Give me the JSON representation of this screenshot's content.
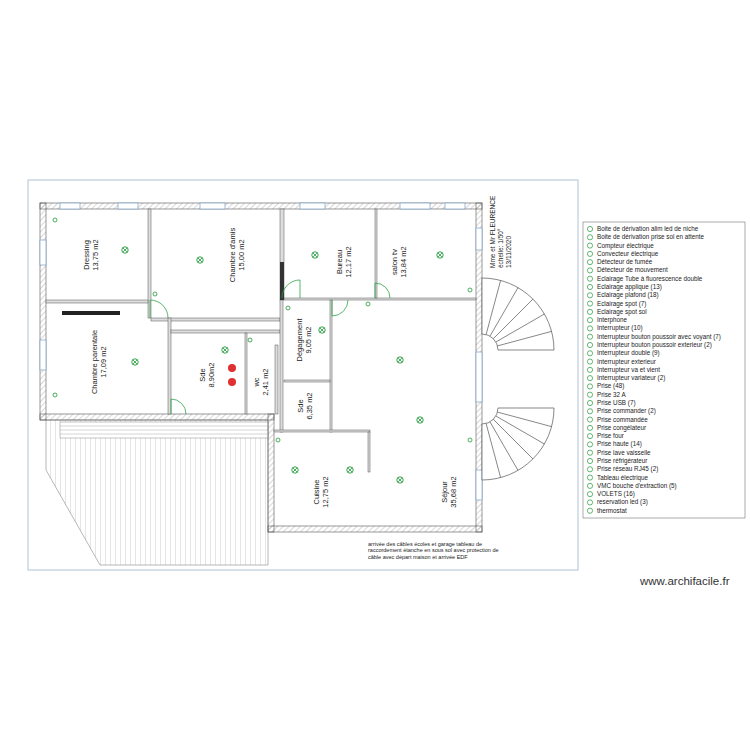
{
  "diagram": {
    "nodes": [
      {
        "text": [
          "Dressing",
          "13,75 m2"
        ]
      },
      {
        "text": [
          "Chambre d'amis",
          "15,00 m2"
        ]
      },
      {
        "text": [
          "Bureau",
          "12,17 m2"
        ]
      },
      {
        "text": [
          "salon tv",
          "13,84 m2"
        ]
      },
      {
        "text": [
          "Chambre parentale",
          "17,09 m2"
        ]
      },
      {
        "text": [
          "Dégagement",
          "9,05 m2"
        ]
      },
      {
        "text": [
          "Sde",
          "8,90m2"
        ]
      },
      {
        "text": [
          "wc",
          "2,41 m2"
        ]
      },
      {
        "text": [
          "Sde",
          "6,35 m2"
        ]
      },
      {
        "text": [
          "Cuisine",
          "12,75 m2"
        ]
      },
      {
        "text": [
          "Séjour",
          "35,68 m2"
        ]
      }
    ],
    "labels": [
      "Mme et Mr FLEURENCE",
      "échelle: 1/50°",
      "13/11/2020",
      "arrivée des câbles écoles et garage tableau de raccordement étanche en sous sol avec protection de câble avec départ maison et arrivée EDF",
      "www.archifacile.fr"
    ],
    "legend": [
      {
        "text": "Boite de dérivation alim led de niche"
      },
      {
        "text": "Boite de dérivation prise sol en attente"
      },
      {
        "text": "Compteur électrique"
      },
      {
        "text": "Convecteur électrique"
      },
      {
        "text": "Détecteur de fumée"
      },
      {
        "text": "Détecteur de mouvement"
      },
      {
        "text": "Eclairage Tube à fluorescence double"
      },
      {
        "text": "Eclairage applique (13)"
      },
      {
        "text": "Eclairage plafond (18)"
      },
      {
        "text": "Eclairage spot (7)"
      },
      {
        "text": "Eclairage spot sol"
      },
      {
        "text": "Interphone"
      },
      {
        "text": "Interrupteur (10)"
      },
      {
        "text": "Interrupteur bouton poussoir avec voyant (7)"
      },
      {
        "text": "Interrupteur bouton poussoir exterieur (2)"
      },
      {
        "text": "Interrupteur double (9)"
      },
      {
        "text": "Interrupteur exterieur"
      },
      {
        "text": "Interrupteur va et vient"
      },
      {
        "text": "Interrupteur variateur (2)"
      },
      {
        "text": "Prise (48)"
      },
      {
        "text": "Prise 32 A"
      },
      {
        "text": "Prise USB (7)"
      },
      {
        "text": "Prise commander (2)"
      },
      {
        "text": "Prise commandée"
      },
      {
        "text": "Prise congélateur"
      },
      {
        "text": "Prise four"
      },
      {
        "text": "Prise haute (14)"
      },
      {
        "text": "Prise lave vaisselle"
      },
      {
        "text": "Prise réfrigérateur"
      },
      {
        "text": "Prise réseau RJ45 (2)"
      },
      {
        "text": "Tableau électrique"
      },
      {
        "text": "VMC bouche d'extraction (5)"
      },
      {
        "text": "VOLETS (16)"
      },
      {
        "text": "reservation led (3)"
      },
      {
        "text": "thermostat"
      }
    ]
  }
}
